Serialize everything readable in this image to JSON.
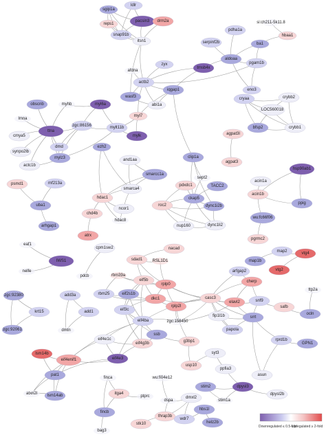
{
  "colors": {
    "down_strong": "#7e5fae",
    "down_mid": "#a9a9dd",
    "down_light": "#d3d3f1",
    "neutral": "#eeeef8",
    "up_light": "#f7d6d6",
    "up_mid": "#f2a6a6",
    "up_strong": "#e56a6a",
    "edge": "#9a9a9a"
  },
  "legend": {
    "down_label": "Downregulated ≤ 0.5-fold",
    "up_label": "Upregulated ≥ 2-fold"
  },
  "nodes": [
    {
      "id": "sgip1a",
      "c": "down_mid"
    },
    {
      "id": "ldlr",
      "c": "down_light"
    },
    {
      "id": "pacsin3",
      "c": "down_strong"
    },
    {
      "id": "drm2a",
      "c": "up_mid"
    },
    {
      "id": "reps1",
      "c": "up_light"
    },
    {
      "id": "snap91b",
      "c": "down_light"
    },
    {
      "id": "itsn1",
      "c": "neutral"
    },
    {
      "id": "si:ch211-5k11.8",
      "c": "neutral"
    },
    {
      "id": "hbaa1",
      "c": "up_light"
    },
    {
      "id": "pdha1a",
      "c": "down_light"
    },
    {
      "id": "ba1",
      "c": "down_mid"
    },
    {
      "id": "serpinf2b",
      "c": "down_light"
    },
    {
      "id": "aldoaa",
      "c": "down_mid"
    },
    {
      "id": "pgam1b",
      "c": "down_light"
    },
    {
      "id": "eno3",
      "c": "down_light"
    },
    {
      "id": "zyx",
      "c": "down_light"
    },
    {
      "id": "afdna",
      "c": "neutral"
    },
    {
      "id": "tmsb4x",
      "c": "down_strong"
    },
    {
      "id": "actb2",
      "c": "down_light"
    },
    {
      "id": "iqgap1",
      "c": "down_mid"
    },
    {
      "id": "wasf3",
      "c": "down_mid"
    },
    {
      "id": "abi1a",
      "c": "neutral"
    },
    {
      "id": "cryaa",
      "c": "down_light"
    },
    {
      "id": "crybb2",
      "c": "neutral"
    },
    {
      "id": "LOC560018",
      "c": "neutral"
    },
    {
      "id": "bfsp2",
      "c": "down_mid"
    },
    {
      "id": "crybb1",
      "c": "neutral"
    },
    {
      "id": "obscnb",
      "c": "down_mid"
    },
    {
      "id": "myhb",
      "c": "neutral"
    },
    {
      "id": "myl6a",
      "c": "down_strong"
    },
    {
      "id": "lmna",
      "c": "neutral"
    },
    {
      "id": "ttna",
      "c": "down_strong"
    },
    {
      "id": "zgc:86156",
      "c": "down_light"
    },
    {
      "id": "cmya5",
      "c": "neutral"
    },
    {
      "id": "synpo2lb",
      "c": "neutral"
    },
    {
      "id": "dmd",
      "c": "down_light"
    },
    {
      "id": "actc1b",
      "c": "neutral"
    },
    {
      "id": "mylz3",
      "c": "down_mid"
    },
    {
      "id": "myl7",
      "c": "up_light"
    },
    {
      "id": "mylt11b",
      "c": "down_light"
    },
    {
      "id": "mylk",
      "c": "down_strong"
    },
    {
      "id": "agpat3l",
      "c": "up_light"
    },
    {
      "id": "agpat3",
      "c": "up_light"
    },
    {
      "id": "ezh2",
      "c": "down_mid"
    },
    {
      "id": "and1aa",
      "c": "neutral"
    },
    {
      "id": "smarcc1a",
      "c": "down_mid"
    },
    {
      "id": "smarca4",
      "c": "neutral"
    },
    {
      "id": "hdac1",
      "c": "up_light"
    },
    {
      "id": "ncor1",
      "c": "neutral"
    },
    {
      "id": "hdac8",
      "c": "neutral"
    },
    {
      "id": "chd4b",
      "c": "up_light"
    },
    {
      "id": "atrx",
      "c": "up_mid"
    },
    {
      "id": "clip1a",
      "c": "down_mid"
    },
    {
      "id": "sept2",
      "c": "neutral"
    },
    {
      "id": "pdxdc1",
      "c": "up_light"
    },
    {
      "id": "TACC2",
      "c": "down_mid"
    },
    {
      "id": "ckap5",
      "c": "down_mid"
    },
    {
      "id": "roc2",
      "c": "up_light"
    },
    {
      "id": "dync1i2b",
      "c": "down_mid"
    },
    {
      "id": "nup160",
      "c": "neutral"
    },
    {
      "id": "dync1li2",
      "c": "neutral"
    },
    {
      "id": "acin1a",
      "c": "neutral"
    },
    {
      "id": "hsp90ab1",
      "c": "down_strong"
    },
    {
      "id": "acin1b",
      "c": "up_light"
    },
    {
      "id": "ppig",
      "c": "down_mid"
    },
    {
      "id": "wu:fc66f06",
      "c": "down_mid"
    },
    {
      "id": "pgrmc2",
      "c": "up_light"
    },
    {
      "id": "psmd1",
      "c": "up_light"
    },
    {
      "id": "rnf213a",
      "c": "down_light"
    },
    {
      "id": "uba1",
      "c": "down_mid"
    },
    {
      "id": "arhgap1",
      "c": "down_mid"
    },
    {
      "id": "eaf1",
      "c": "neutral"
    },
    {
      "id": "IWS1",
      "c": "down_strong"
    },
    {
      "id": "nelfe",
      "c": "neutral"
    },
    {
      "id": "cpm1sw2",
      "c": "neutral"
    },
    {
      "id": "pdcb",
      "c": "neutral"
    },
    {
      "id": "nacad",
      "c": "up_light"
    },
    {
      "id": "sdad1",
      "c": "up_light"
    },
    {
      "id": "RSL1D1",
      "c": "up_light"
    },
    {
      "id": "map2",
      "c": "down_light"
    },
    {
      "id": "map1b",
      "c": "down_mid"
    },
    {
      "id": "vtg4",
      "c": "up_strong"
    },
    {
      "id": "vtg2",
      "c": "up_strong"
    },
    {
      "id": "arfgap2",
      "c": "down_light"
    },
    {
      "id": "rbm39a",
      "c": "up_light"
    },
    {
      "id": "eif5b",
      "c": "up_light"
    },
    {
      "id": "rplp0",
      "c": "up_mid"
    },
    {
      "id": "cherp",
      "c": "up_mid"
    },
    {
      "id": "rbm25",
      "c": "down_light"
    },
    {
      "id": "eif2s1b",
      "c": "down_mid"
    },
    {
      "id": "dkc1",
      "c": "up_mid"
    },
    {
      "id": "casc3",
      "c": "up_light"
    },
    {
      "id": "elavl2",
      "c": "up_mid"
    },
    {
      "id": "snf9",
      "c": "down_light"
    },
    {
      "id": "eif3c",
      "c": "down_light"
    },
    {
      "id": "rplp2l",
      "c": "up_mid"
    },
    {
      "id": "safb",
      "c": "up_light"
    },
    {
      "id": "ttp2a",
      "c": "neutral"
    },
    {
      "id": "zgc:92380",
      "c": "down_mid"
    },
    {
      "id": "add3a",
      "c": "down_light"
    },
    {
      "id": "add1",
      "c": "down_light"
    },
    {
      "id": "krt15",
      "c": "down_light"
    },
    {
      "id": "zgc:92061",
      "c": "down_mid"
    },
    {
      "id": "dmtn",
      "c": "neutral"
    },
    {
      "id": "eif4ba",
      "c": "down_light"
    },
    {
      "id": "zgc:158450",
      "c": "neutral"
    },
    {
      "id": "fip1l1b",
      "c": "neutral"
    },
    {
      "id": "srrt",
      "c": "down_mid"
    },
    {
      "id": "papola",
      "c": "down_light"
    },
    {
      "id": "ocln",
      "c": "down_mid"
    },
    {
      "id": "eif4e1c",
      "c": "neutral"
    },
    {
      "id": "eif4g3b",
      "c": "up_light"
    },
    {
      "id": "ssb",
      "c": "down_mid"
    },
    {
      "id": "g3bp1",
      "c": "up_light"
    },
    {
      "id": "rprd1b",
      "c": "down_light"
    },
    {
      "id": "GPN1",
      "c": "down_mid"
    },
    {
      "id": "lsm14b",
      "c": "up_strong"
    },
    {
      "id": "eif4enif1",
      "c": "up_mid"
    },
    {
      "id": "eif4e3",
      "c": "down_strong"
    },
    {
      "id": "syt3",
      "c": "neutral"
    },
    {
      "id": "usp10",
      "c": "up_light"
    },
    {
      "id": "asun",
      "c": "neutral"
    },
    {
      "id": "pat1",
      "c": "down_mid"
    },
    {
      "id": "ppfia3",
      "c": "neutral"
    },
    {
      "id": "lsm14ab",
      "c": "down_mid"
    },
    {
      "id": "finca",
      "c": "neutral"
    },
    {
      "id": "atxn2l",
      "c": "neutral"
    },
    {
      "id": "itga4",
      "c": "up_light"
    },
    {
      "id": "wu:fi04e12",
      "c": "neutral"
    },
    {
      "id": "ptprc",
      "c": "neutral"
    },
    {
      "id": "stim2",
      "c": "down_mid"
    },
    {
      "id": "dpysl3",
      "c": "down_strong"
    },
    {
      "id": "dpysl2b",
      "c": "neutral"
    },
    {
      "id": "dspa",
      "c": "neutral"
    },
    {
      "id": "dmxl2",
      "c": "neutral"
    },
    {
      "id": "stim1a",
      "c": "neutral"
    },
    {
      "id": "fincb",
      "c": "down_mid"
    },
    {
      "id": "thrap3b",
      "c": "up_light"
    },
    {
      "id": "hbs1l",
      "c": "down_mid"
    },
    {
      "id": "wdr7",
      "c": "down_light"
    },
    {
      "id": "bag3",
      "c": "neutral"
    },
    {
      "id": "stk10",
      "c": "up_light"
    },
    {
      "id": "helz2b",
      "c": "down_mid"
    }
  ]
}
